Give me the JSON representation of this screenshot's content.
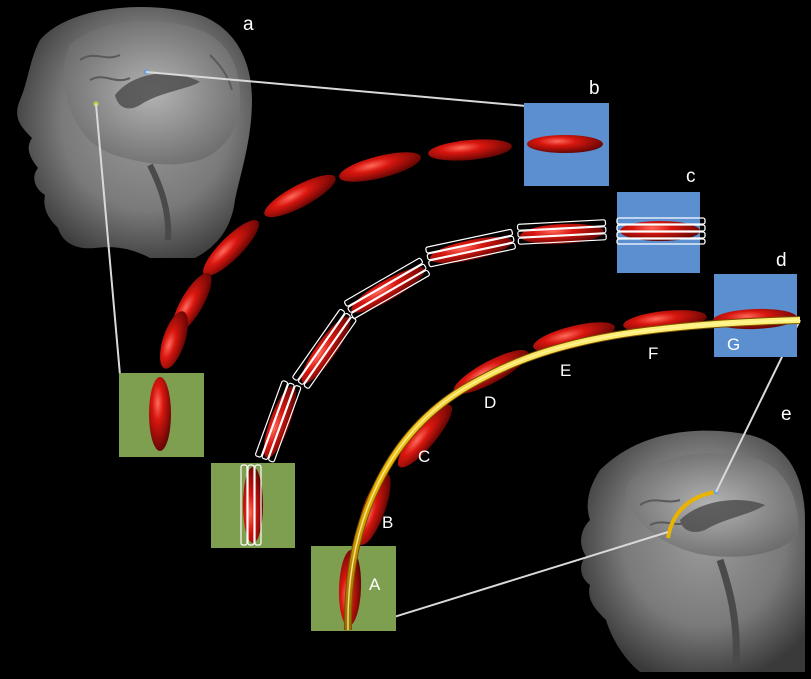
{
  "panels": {
    "a": "a",
    "b": "b",
    "c": "c",
    "d": "d",
    "e": "e"
  },
  "nodes": [
    "A",
    "B",
    "C",
    "D",
    "E",
    "F",
    "G"
  ],
  "colors": {
    "background": "#000000",
    "ellipsoid": "#c2120d",
    "box_blue": "#5b8fd0",
    "box_green": "#7d9f4f",
    "tract": "#e8b400",
    "connector": "#d9d9d9"
  },
  "icons": [
    "mri-head-sagittal-top-left",
    "mri-head-sagittal-bottom-right"
  ]
}
